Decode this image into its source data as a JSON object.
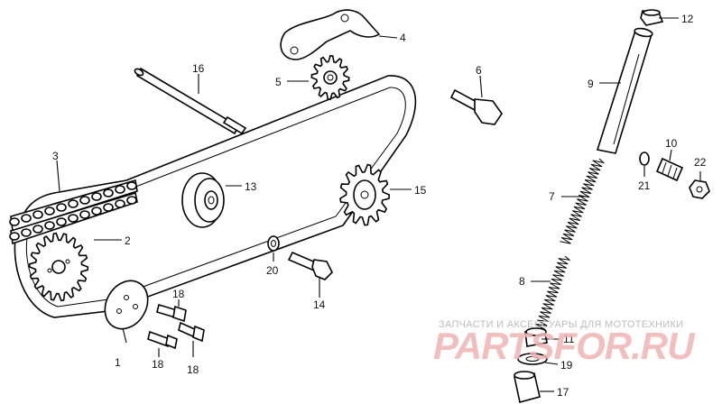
{
  "callouts": {
    "c1": "1",
    "c2": "2",
    "c3": "3",
    "c4": "4",
    "c5": "5",
    "c6": "6",
    "c7": "7",
    "c8": "8",
    "c9": "9",
    "c10": "10",
    "c11": "11",
    "c12": "12",
    "c13": "13",
    "c14": "14",
    "c15": "15",
    "c16": "16",
    "c17": "17",
    "c18a": "18",
    "c18b": "18",
    "c18c": "18",
    "c19": "19",
    "c20": "20",
    "c21": "21",
    "c22": "22"
  },
  "watermark": {
    "caption": "ЗАПЧАСТИ И АКСЕССУАРЫ ДЛЯ МОТОТЕХНИКИ",
    "logo": "PARTSFOR.RU"
  }
}
